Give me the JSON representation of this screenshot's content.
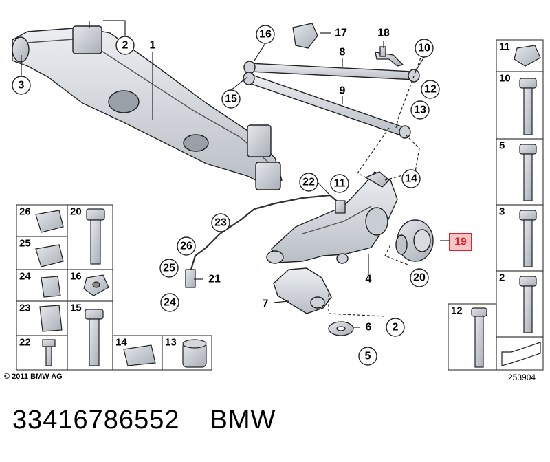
{
  "diagram": {
    "callouts": [
      "1",
      "2",
      "3",
      "4",
      "5",
      "6",
      "7",
      "8",
      "9",
      "10",
      "11",
      "12",
      "13",
      "14",
      "15",
      "16",
      "17",
      "18",
      "19",
      "20",
      "21",
      "22",
      "23",
      "24",
      "25",
      "26",
      "2"
    ],
    "highlighted": "19",
    "legend_left": [
      "26",
      "20",
      "25",
      "24",
      "16",
      "23",
      "15",
      "22",
      "14",
      "13"
    ],
    "legend_right": [
      "11",
      "10",
      "5",
      "3",
      "2",
      "12"
    ],
    "copyright": "© 2011 BMW AG",
    "diagram_number": "253904",
    "highlight_color": "#e0222a",
    "highlight_fill": "#f3c6c8"
  },
  "footer": {
    "part_number": "33416786552",
    "brand": "BMW"
  }
}
